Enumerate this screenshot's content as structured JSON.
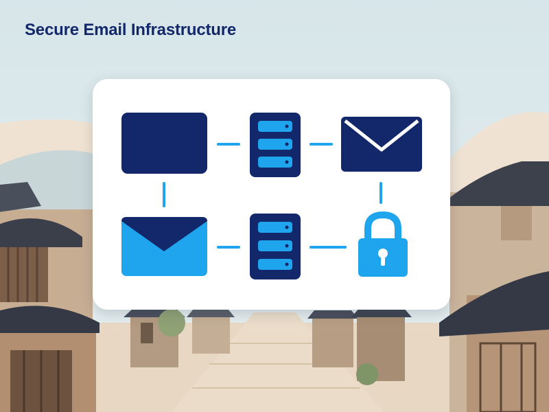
{
  "header": {
    "title": "Secure Email Infrastructure"
  },
  "diagram": {
    "colors": {
      "navy": "#13286b",
      "blue": "#1fa4ee",
      "connector": "#1fa4ee",
      "card": "#ffffff"
    },
    "nodes": [
      {
        "name": "mail-client-window-icon",
        "icon": "window",
        "color": "#13286b"
      },
      {
        "name": "mail-server-top-icon",
        "icon": "server",
        "color": "#13286b"
      },
      {
        "name": "outgoing-envelope-icon",
        "icon": "envelope",
        "color": "#13286b"
      },
      {
        "name": "incoming-envelope-icon",
        "icon": "envelope",
        "color": "#1fa4ee"
      },
      {
        "name": "mail-server-bottom-icon",
        "icon": "server",
        "color": "#13286b"
      },
      {
        "name": "padlock-icon",
        "icon": "padlock",
        "color": "#1fa4ee"
      }
    ],
    "connectors": [
      {
        "from": "mail-client-window-icon",
        "to": "mail-server-top-icon"
      },
      {
        "from": "mail-server-top-icon",
        "to": "outgoing-envelope-icon"
      },
      {
        "from": "mail-client-window-icon",
        "to": "incoming-envelope-icon"
      },
      {
        "from": "outgoing-envelope-icon",
        "to": "padlock-icon"
      },
      {
        "from": "incoming-envelope-icon",
        "to": "mail-server-bottom-icon"
      },
      {
        "from": "mail-server-bottom-icon",
        "to": "padlock-icon"
      }
    ]
  },
  "background": {
    "scene": "korean-hanok-street-illustration"
  }
}
